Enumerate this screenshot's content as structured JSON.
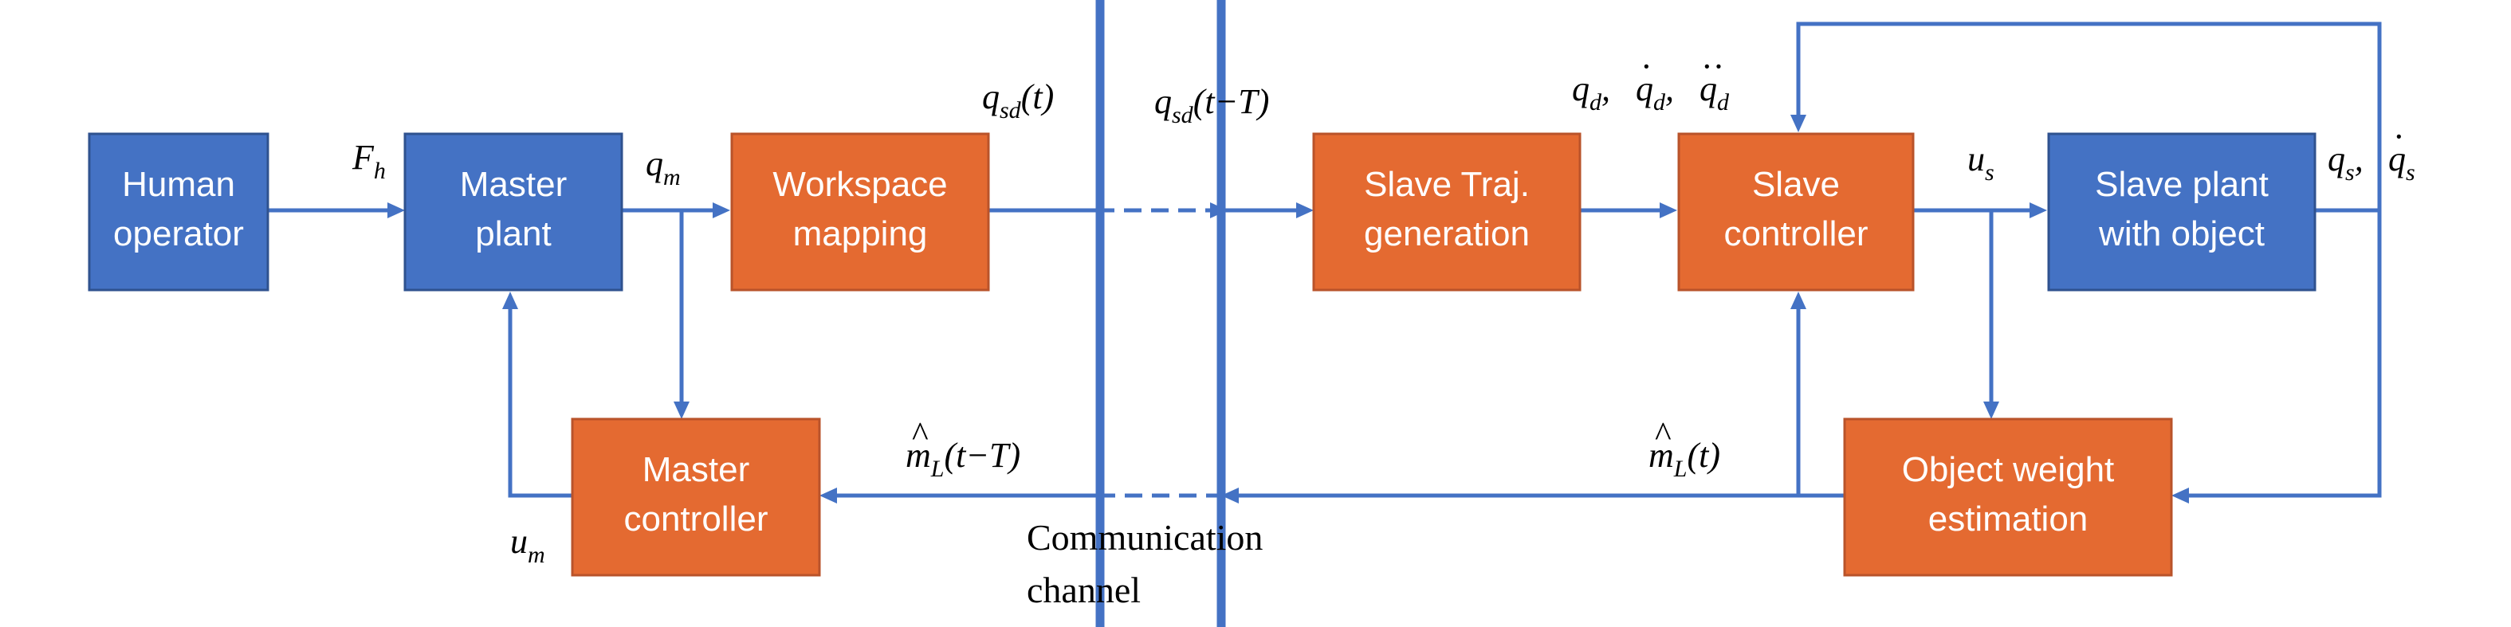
{
  "colors": {
    "blue_block": "#4472c4",
    "orange_block": "#e46a31",
    "wire": "#4472c4",
    "text_in_block": "#ffffff"
  },
  "blocks": {
    "human_operator": [
      "Human",
      "operator"
    ],
    "master_plant": [
      "Master",
      "plant"
    ],
    "workspace_mapping": [
      "Workspace",
      "mapping"
    ],
    "slave_traj": [
      "Slave Traj.",
      "generation"
    ],
    "slave_controller": [
      "Slave",
      "controller"
    ],
    "slave_plant": [
      "Slave plant",
      "with object"
    ],
    "master_controller": [
      "Master",
      "controller"
    ],
    "object_weight": [
      "Object weight",
      "estimation"
    ]
  },
  "signals": {
    "F": "F",
    "F_sub": "h",
    "q": "q",
    "m_sub": "m",
    "qsd": "q",
    "sd_sub": "sd",
    "t_arg": "(t)",
    "tT_arg_open": "(t",
    "minus_T": "−T)",
    "qd_sub": "d",
    "comma": ",",
    "u": "u",
    "s_sub": "s",
    "m_hat": "m",
    "hat": "^",
    "L_sub": "L",
    "dot": "·",
    "ddot": "··"
  },
  "channel_caption": [
    "Communication",
    "channel"
  ]
}
